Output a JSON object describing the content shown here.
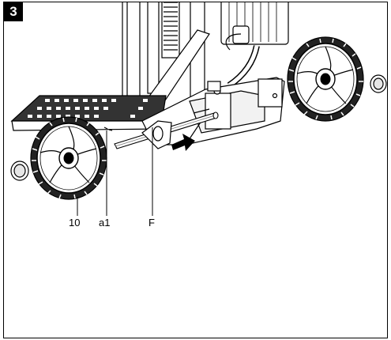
{
  "figure": {
    "step_number": "3",
    "callouts": {
      "wheel": "10",
      "axle_hole": "a1",
      "axle": "F"
    }
  }
}
